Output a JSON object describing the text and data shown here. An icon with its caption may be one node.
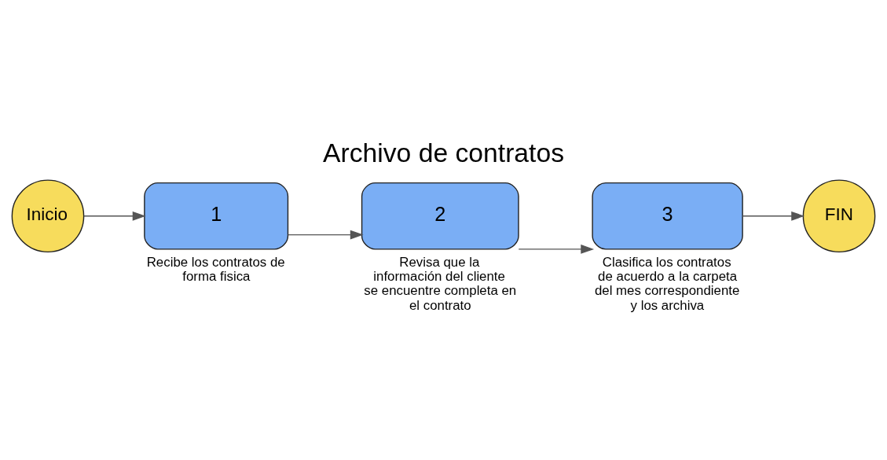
{
  "diagram": {
    "title": "Archivo de contratos",
    "nodes": [
      {
        "text": [
          "Inicio"
        ]
      },
      {
        "text": [
          "1"
        ],
        "beside": [
          "Recibe los contratos de forma fisica"
        ]
      },
      {
        "text": [
          "2"
        ],
        "beside": [
          "Revisa que la información del cliente se encuentre completa en el contrato"
        ]
      },
      {
        "text": [
          "3"
        ],
        "beside": [
          "Clasifica los contratos de acuerdo a la carpeta del mes correspondiente y los archiva"
        ]
      },
      {
        "text": [
          "FIN"
        ]
      }
    ],
    "edges": [
      {
        "from": 0,
        "to": 1,
        "arrow": "to"
      },
      {
        "from": 1,
        "to": 2,
        "arrow": "to"
      },
      {
        "from": 2,
        "to": 3,
        "arrow": "to"
      },
      {
        "from": 3,
        "to": 4,
        "arrow": "to"
      }
    ]
  }
}
